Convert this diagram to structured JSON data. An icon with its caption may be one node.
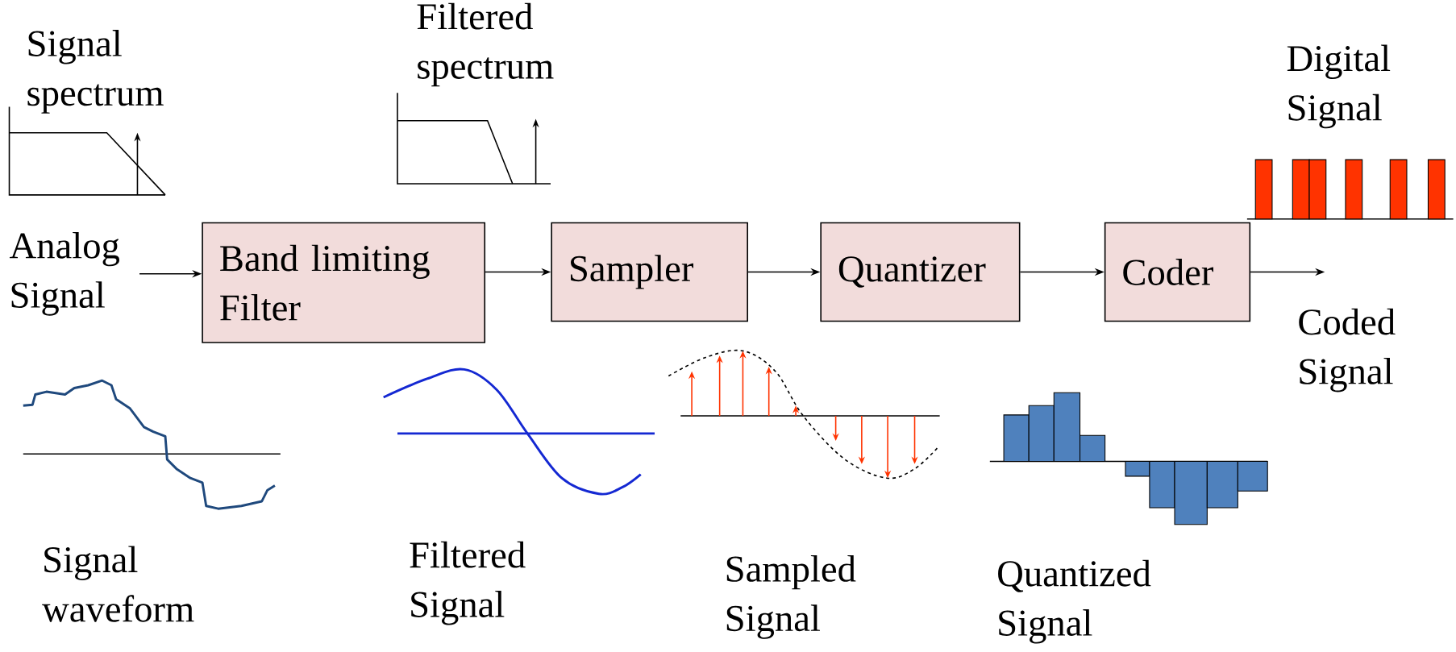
{
  "diagram": {
    "nodes": [
      {
        "text": [
          "Analog Signal"
        ]
      },
      {
        "text": [
          "Band limiting Filter"
        ]
      },
      {
        "text": [
          "Sampler"
        ]
      },
      {
        "text": [
          "Quantizer"
        ]
      },
      {
        "text": [
          "Coder"
        ]
      }
    ],
    "edges": [
      {
        "from": 0,
        "to": 1,
        "arrow": "to"
      },
      {
        "from": 1,
        "to": 2,
        "arrow": "to"
      },
      {
        "from": 2,
        "to": 3,
        "arrow": "to"
      },
      {
        "from": 3,
        "to": 4,
        "arrow": "to"
      },
      {
        "from": 4,
        "to": null,
        "arrow": "to"
      }
    ],
    "labels": [
      "Signal spectrum",
      "Filtered spectrum",
      "Digital Signal",
      "Coded Signal",
      "Signal waveform",
      "Filtered Signal",
      "Sampled Signal",
      "Quantized Signal"
    ]
  }
}
